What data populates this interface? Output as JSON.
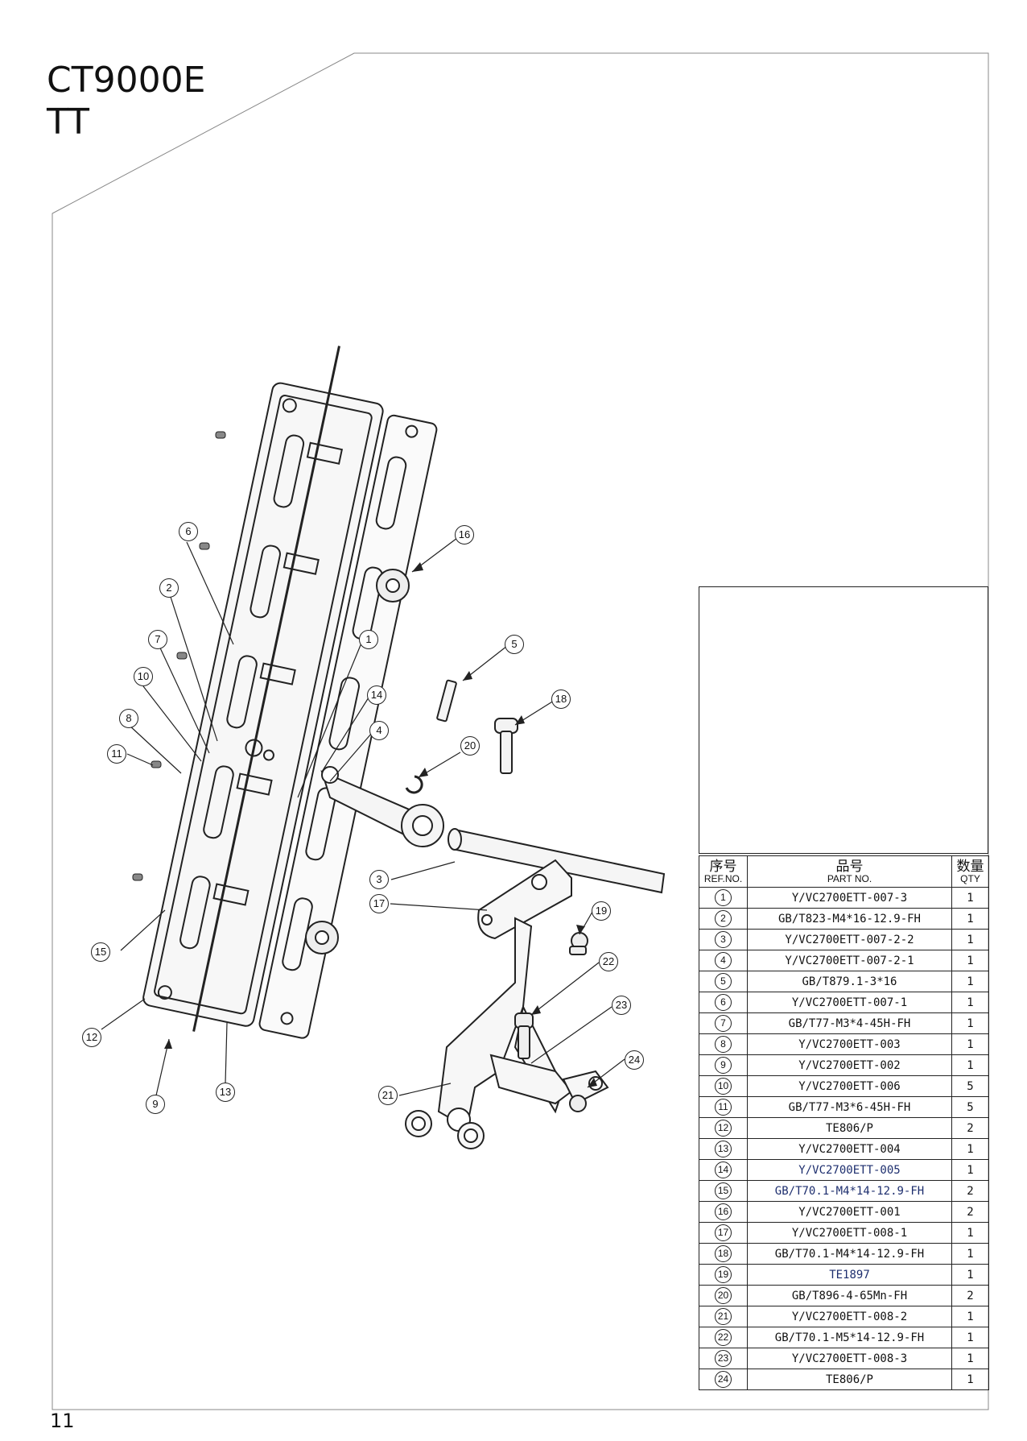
{
  "header": {
    "model": "CT9000E",
    "sub": "TT"
  },
  "page_number": "11",
  "table": {
    "headers": {
      "ref_zh": "序号",
      "ref_en": "REF.NO.",
      "part_zh": "品号",
      "part_en": "PART NO.",
      "qty_zh": "数量",
      "qty_en": "QTY"
    },
    "rows": [
      {
        "ref": "1",
        "part": "Y/VC2700ETT-007-3",
        "qty": "1"
      },
      {
        "ref": "2",
        "part": "GB/T823-M4*16-12.9-FH",
        "qty": "1"
      },
      {
        "ref": "3",
        "part": "Y/VC2700ETT-007-2-2",
        "qty": "1"
      },
      {
        "ref": "4",
        "part": "Y/VC2700ETT-007-2-1",
        "qty": "1"
      },
      {
        "ref": "5",
        "part": "GB/T879.1-3*16",
        "qty": "1"
      },
      {
        "ref": "6",
        "part": "Y/VC2700ETT-007-1",
        "qty": "1"
      },
      {
        "ref": "7",
        "part": "GB/T77-M3*4-45H-FH",
        "qty": "1"
      },
      {
        "ref": "8",
        "part": "Y/VC2700ETT-003",
        "qty": "1"
      },
      {
        "ref": "9",
        "part": "Y/VC2700ETT-002",
        "qty": "1"
      },
      {
        "ref": "10",
        "part": "Y/VC2700ETT-006",
        "qty": "5"
      },
      {
        "ref": "11",
        "part": "GB/T77-M3*6-45H-FH",
        "qty": "5"
      },
      {
        "ref": "12",
        "part": "TE806/P",
        "qty": "2"
      },
      {
        "ref": "13",
        "part": "Y/VC2700ETT-004",
        "qty": "1"
      },
      {
        "ref": "14",
        "part": "Y/VC2700ETT-005",
        "qty": "1"
      },
      {
        "ref": "15",
        "part": "GB/T70.1-M4*14-12.9-FH",
        "qty": "2"
      },
      {
        "ref": "16",
        "part": "Y/VC2700ETT-001",
        "qty": "2"
      },
      {
        "ref": "17",
        "part": "Y/VC2700ETT-008-1",
        "qty": "1"
      },
      {
        "ref": "18",
        "part": "GB/T70.1-M4*14-12.9-FH",
        "qty": "1"
      },
      {
        "ref": "19",
        "part": "TE1897",
        "qty": "1"
      },
      {
        "ref": "20",
        "part": "GB/T896-4-65Mn-FH",
        "qty": "2"
      },
      {
        "ref": "21",
        "part": "Y/VC2700ETT-008-2",
        "qty": "1"
      },
      {
        "ref": "22",
        "part": "GB/T70.1-M5*14-12.9-FH",
        "qty": "1"
      },
      {
        "ref": "23",
        "part": "Y/VC2700ETT-008-3",
        "qty": "1"
      },
      {
        "ref": "24",
        "part": "TE806/P",
        "qty": "1"
      }
    ]
  },
  "callouts": {
    "c1": "1",
    "c2": "2",
    "c3": "3",
    "c4": "4",
    "c5": "5",
    "c6": "6",
    "c7": "7",
    "c8": "8",
    "c9": "9",
    "c10": "10",
    "c11": "11",
    "c12": "12",
    "c13": "13",
    "c14": "14",
    "c15": "15",
    "c16": "16",
    "c17": "17",
    "c18": "18",
    "c19": "19",
    "c20": "20",
    "c21": "21",
    "c22": "22",
    "c23": "23",
    "c24": "24"
  },
  "colors": {
    "line": "#222222",
    "blue_text": "#1d2e6e"
  }
}
